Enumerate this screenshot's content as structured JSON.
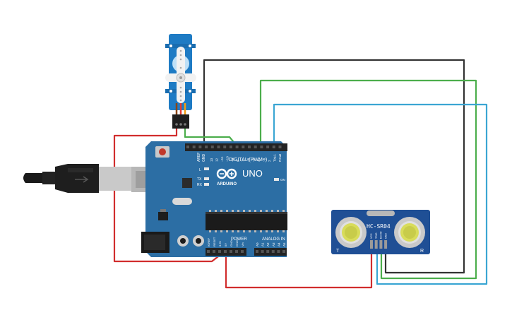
{
  "board": {
    "brand": "ARDUINO",
    "model": "UNO",
    "digital_label": "DIGITAL (PWM~)",
    "power_label": "POWER",
    "analog_label": "ANALOG IN",
    "on_label": "ON",
    "led_l": "L",
    "led_tx": "TX",
    "led_rx": "RX",
    "aref": "AREF",
    "gnd": "GND",
    "digital_pins": [
      "13",
      "12",
      "~11",
      "~10",
      "~9",
      "8",
      "7",
      "~6",
      "~5",
      "4",
      "~3",
      "2",
      "TX▸1",
      "RX◂0"
    ],
    "power_pins": [
      "IOREF",
      "RESET",
      "3.3V",
      "5V",
      "GND",
      "GND",
      "Vin"
    ],
    "analog_pins": [
      "A0",
      "A1",
      "A2",
      "A3",
      "A4",
      "A5"
    ]
  },
  "sensor": {
    "name": "HC-SR04",
    "pins": [
      "VCC",
      "TRIG",
      "ECHO",
      "GND"
    ],
    "mark_left": "T",
    "mark_right": "R"
  },
  "wires": {
    "red": "#d12d2d",
    "black": "#333333",
    "green": "#4cae4c",
    "blue": "#3ba6d3"
  },
  "colors": {
    "board": "#2c6ea4",
    "board_dark": "#1f5583",
    "header": "#232323",
    "servo": "#1e7bc4",
    "sensor": "#1f4f95"
  },
  "icons": {
    "usb_cable": "usb-cable-icon",
    "servo": "servo-icon",
    "arduino_logo": "infinity-logo-icon"
  }
}
